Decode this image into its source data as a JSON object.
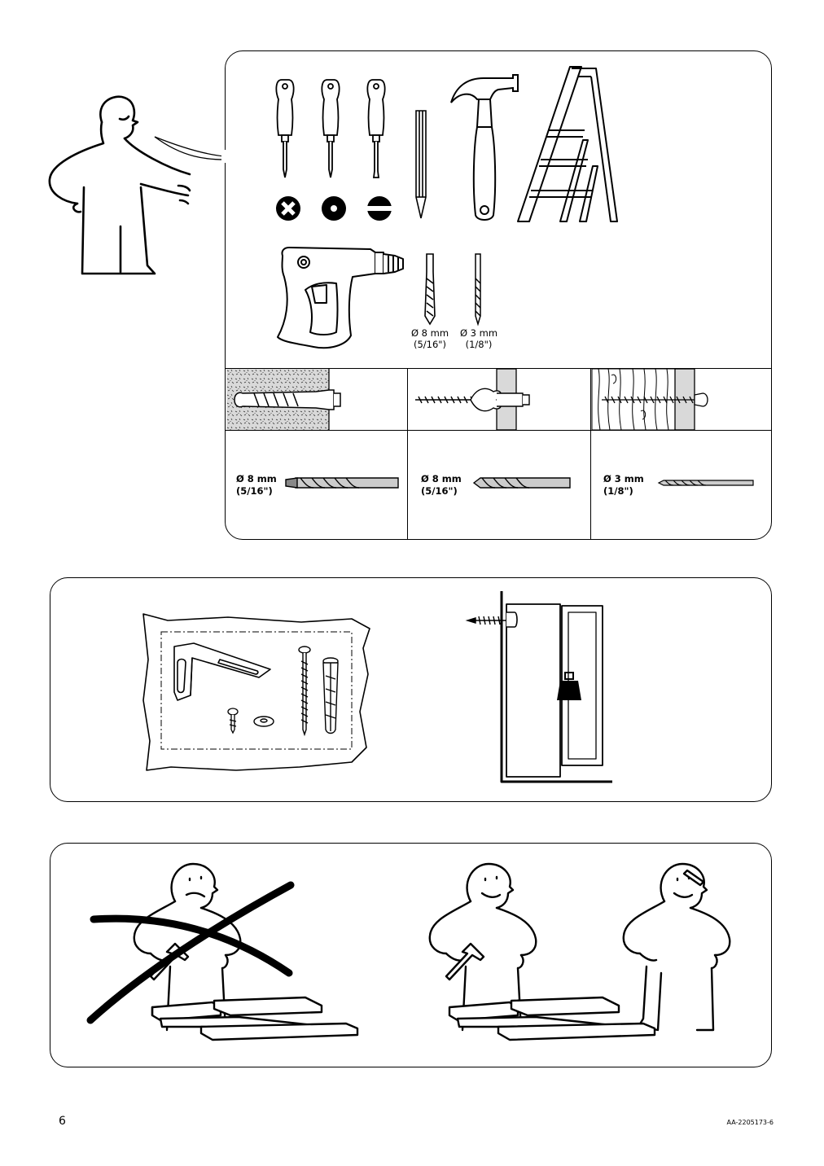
{
  "tools": {
    "drill_bit_8": {
      "size_label": "Ø 8 mm",
      "size_imperial": "(5/16\")"
    },
    "drill_bit_3": {
      "size_label": "Ø 3 mm",
      "size_imperial": "(1/8\")"
    }
  },
  "wall_types": [
    {
      "size_label": "Ø 8 mm",
      "size_imperial": "(5/16\")"
    },
    {
      "size_label": "Ø 8 mm",
      "size_imperial": "(5/16\")"
    },
    {
      "size_label": "Ø 3 mm",
      "size_imperial": "(1/8\")"
    }
  ],
  "footer": {
    "page_number": "6",
    "document_id": "AA-2205173-6"
  }
}
